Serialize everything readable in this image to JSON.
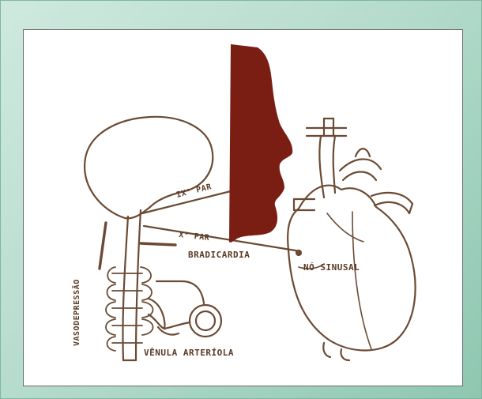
{
  "colors": {
    "frame_background": "#b6dccd",
    "panel_background": "#ffffff",
    "line_ink": "#6b4a34",
    "face_silhouette": "#7a1e14",
    "label_ink": "#5a3a26"
  },
  "labels": {
    "nerve_ix": "IX° PAR",
    "nerve_x": "X° PAR",
    "bradycardia": "BRADICARDIA",
    "sinus_node": "NÓ SINUSAL",
    "vessel": "VÊNULA  ARTERÍOLA",
    "vasodepression": "VASODEPRESSÃO"
  },
  "icons": {
    "brain": "brain-outline-icon",
    "face": "face-profile-silhouette-icon",
    "heart": "heart-anatomical-icon"
  }
}
